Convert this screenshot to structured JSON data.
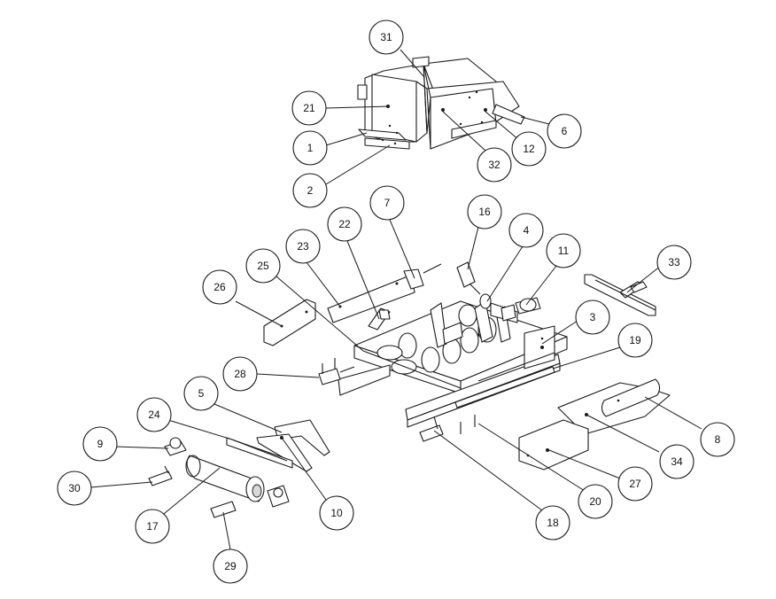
{
  "callouts": [
    {
      "id": "31",
      "label": "31"
    },
    {
      "id": "21",
      "label": "21"
    },
    {
      "id": "1",
      "label": "1"
    },
    {
      "id": "2",
      "label": "2"
    },
    {
      "id": "32",
      "label": "32"
    },
    {
      "id": "12",
      "label": "12"
    },
    {
      "id": "6",
      "label": "6"
    },
    {
      "id": "7",
      "label": "7"
    },
    {
      "id": "22",
      "label": "22"
    },
    {
      "id": "23",
      "label": "23"
    },
    {
      "id": "16",
      "label": "16"
    },
    {
      "id": "4",
      "label": "4"
    },
    {
      "id": "11",
      "label": "11"
    },
    {
      "id": "33",
      "label": "33"
    },
    {
      "id": "25",
      "label": "25"
    },
    {
      "id": "26",
      "label": "26"
    },
    {
      "id": "3",
      "label": "3"
    },
    {
      "id": "19",
      "label": "19"
    },
    {
      "id": "28",
      "label": "28"
    },
    {
      "id": "5",
      "label": "5"
    },
    {
      "id": "24",
      "label": "24"
    },
    {
      "id": "9",
      "label": "9"
    },
    {
      "id": "8",
      "label": "8"
    },
    {
      "id": "34",
      "label": "34"
    },
    {
      "id": "30",
      "label": "30"
    },
    {
      "id": "27",
      "label": "27"
    },
    {
      "id": "10",
      "label": "10"
    },
    {
      "id": "20",
      "label": "20"
    },
    {
      "id": "17",
      "label": "17"
    },
    {
      "id": "18",
      "label": "18"
    },
    {
      "id": "29",
      "label": "29"
    }
  ]
}
